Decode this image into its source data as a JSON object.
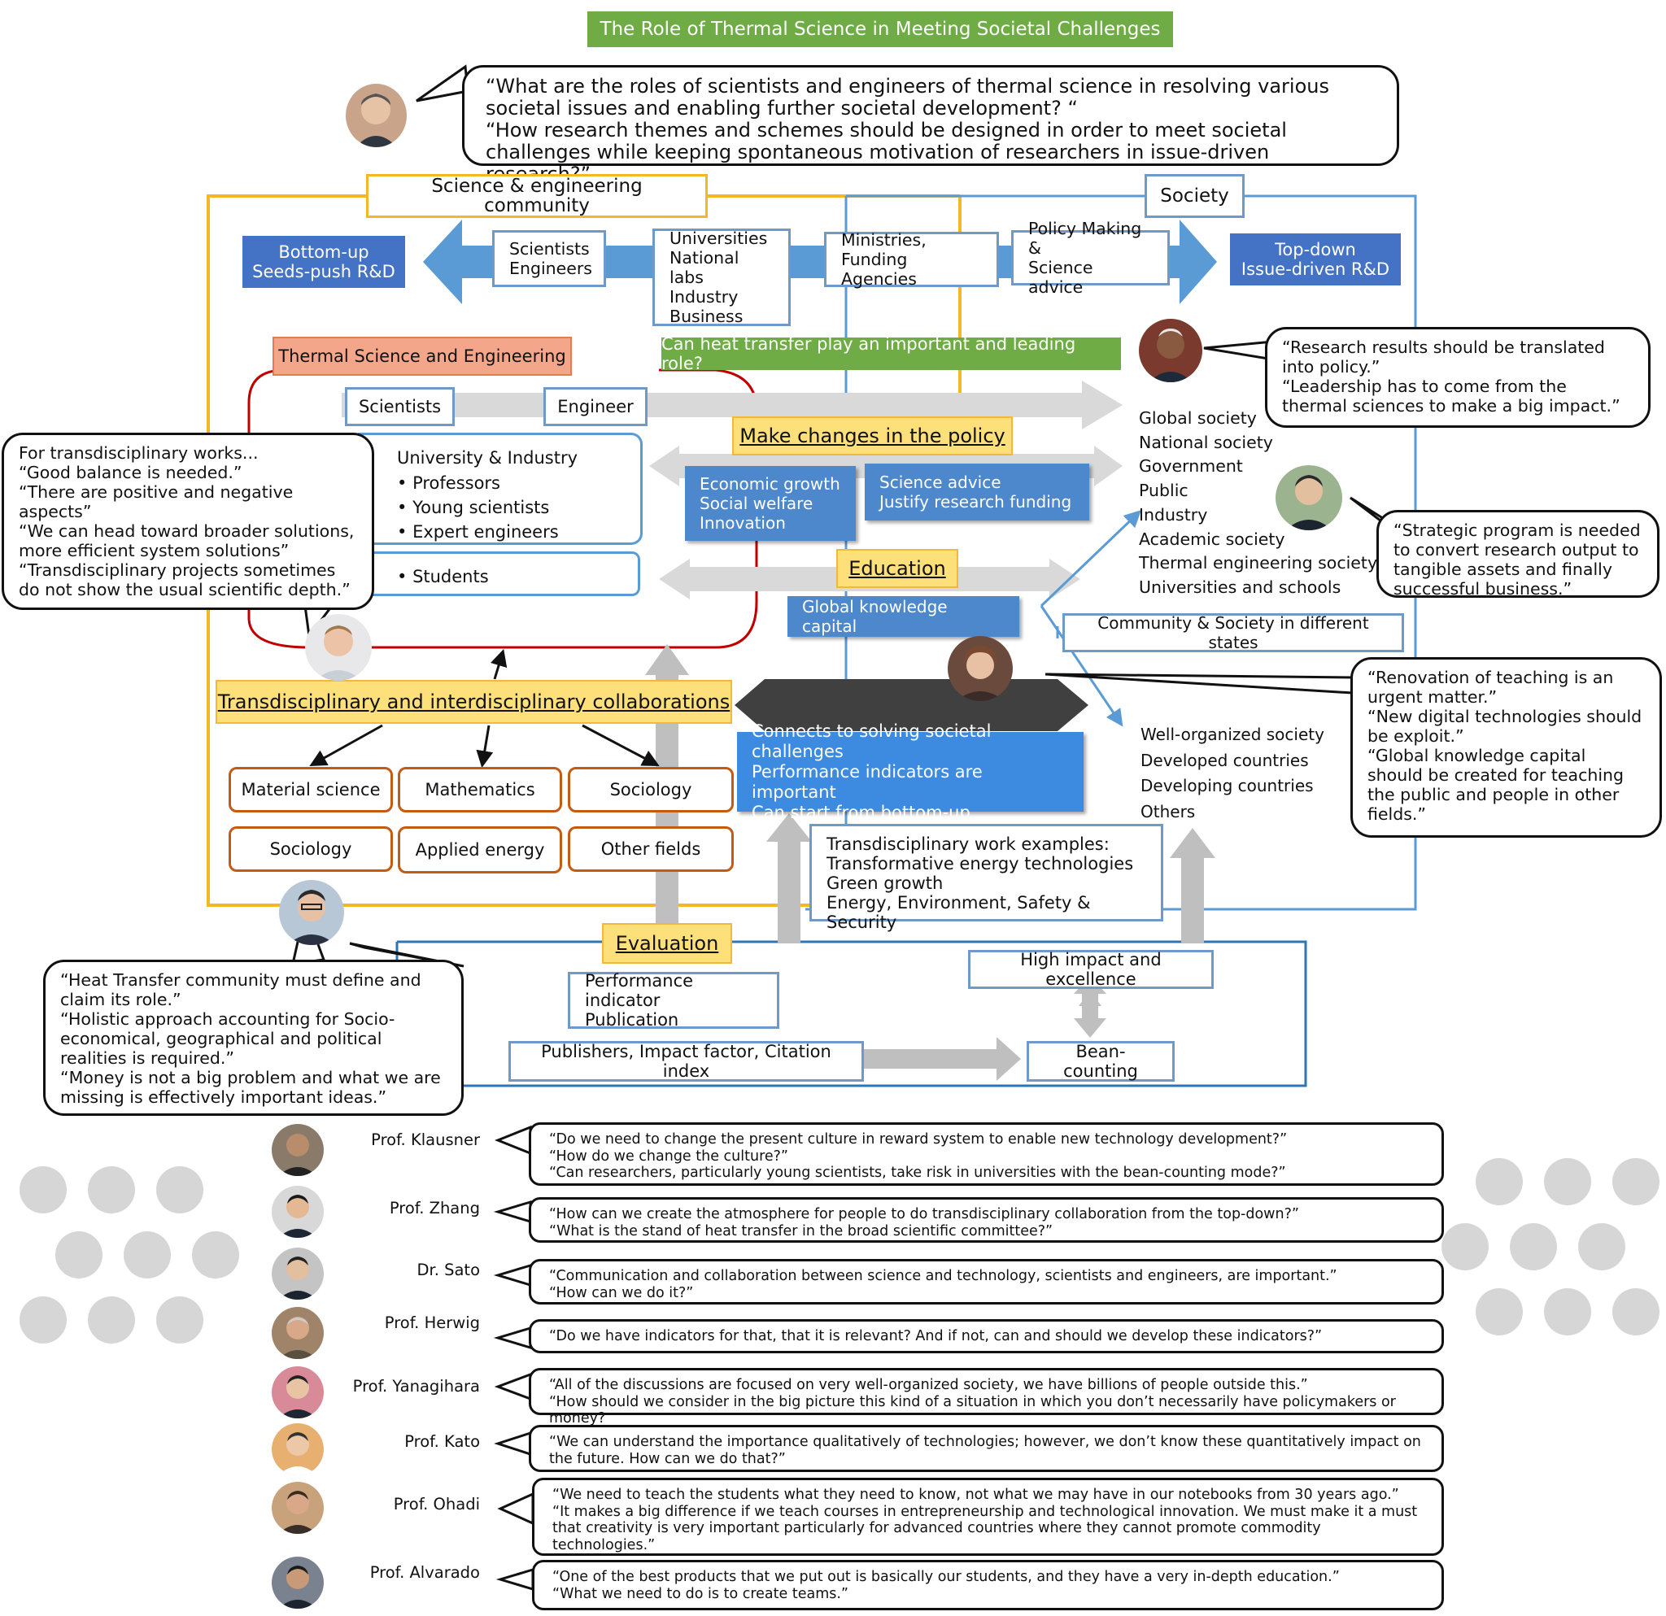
{
  "title": "The Role of Thermal Science in Meeting Societal Challenges",
  "top_question": "“What are the roles of scientists and engineers of thermal science in resolving various societal issues and enabling further societal development? “\n“How research themes and schemes should be designed in order to meet societal challenges while keeping spontaneous motivation of researchers in issue-driven research?”",
  "community_label": "Science & engineering community",
  "society_label": "Society",
  "bottom_up": "Bottom-up\nSeeds-push R&D",
  "top_down": "Top-down\nIssue-driven R&D",
  "actors": {
    "scientists_engineers": "Scientists\nEngineers",
    "universities": "Universities\nNational labs\nIndustry\nBusiness",
    "ministries": "Ministries,\nFunding Agencies",
    "policy_making": "Policy Making &\nScience advice"
  },
  "thermal_science": "Thermal Science and Engineering",
  "heat_transfer_question": "Can heat transfer play an important and leading role?",
  "scientists": "Scientists",
  "engineer": "Engineer",
  "make_changes": "Make changes in the policy",
  "univ_industry": {
    "heading": "University & Industry",
    "items": [
      "Professors",
      "Young scientists",
      "Expert engineers"
    ]
  },
  "students": "Students",
  "econ_box": "Economic growth\nSocial welfare\nInnovation",
  "science_advice_box": "Science advice\nJustify research funding",
  "education": "Education",
  "global_knowledge": "Global knowledge capital",
  "society_list": [
    "Global society",
    "National society",
    "Government",
    "Public",
    "Industry",
    "Academic society",
    "Thermal engineering society",
    "Universities and schools"
  ],
  "community_states": "Community & Society in different states",
  "states_list": [
    "Well-organized society",
    "Developed countries",
    "Developing countries",
    "Others"
  ],
  "transdisciplinary": "Transdisciplinary and interdisciplinary collaborations",
  "fields": [
    "Material science",
    "Mathematics",
    "Sociology",
    "Sociology",
    "Applied energy",
    "Other fields"
  ],
  "connects_box": "Connects to solving societal challenges\nPerformance indicators are important\nCan start from bottom-up",
  "examples_box": "Transdisciplinary work examples:\nTransformative energy technologies\nGreen growth\nEnergy, Environment, Safety & Security",
  "evaluation": "Evaluation",
  "perf_indicator": "Performance indicator\nPublication",
  "high_impact": "High impact and excellence",
  "publishers": "Publishers, Impact factor, Citation index",
  "bean_counting": "Bean-counting",
  "quote_research_results": "“Research results should be translated into policy.”\n“Leadership has to come from the thermal sciences to make a big impact.”",
  "quote_strategic": "“Strategic program is needed to convert research output to tangible assets and finally successful business.”",
  "quote_transdisciplinary": "For transdisciplinary works...\n“Good balance is needed.”\n“There are positive and negative aspects”\n“We can head toward broader solutions, more efficient system solutions”\n“Transdisciplinary projects sometimes do not show the usual scientific depth.”",
  "quote_renovation": "“Renovation of teaching is an urgent matter.”\n“New digital technologies should be exploit.”\n“Global knowledge capital should be created for teaching the public and people in other fields.”",
  "quote_heat_transfer": "“Heat Transfer community must define and claim its role.”\n“Holistic approach accounting for Socio-economical, geographical and political realities is required.”\n“Money is not a big problem and what we are missing is effectively important ideas.”",
  "profs": [
    {
      "name": "Prof. Klausner",
      "quote": "“Do we need to change the present culture in reward system to enable new technology development?”\n“How do we change the culture?”\n“Can researchers, particularly young scientists, take risk in universities with the bean-counting mode?”"
    },
    {
      "name": "Prof. Zhang",
      "quote": "“How can we create the atmosphere for people to do transdisciplinary collaboration from the top-down?”\n“What is the stand of heat transfer in the broad scientific committee?”"
    },
    {
      "name": "Dr. Sato",
      "quote": "“Communication and collaboration between science and technology, scientists and engineers, are important.”\n“How can we do it?”"
    },
    {
      "name": "Prof. Herwig",
      "quote": "“Do we have indicators for that, that it is relevant? And if not, can and should we develop these indicators?”"
    },
    {
      "name": "Prof. Yanagihara",
      "quote": "“All of the discussions are focused on very well-organized society, we have billions of people outside this.”\n“How should we consider in the big picture this kind of a situation in which you don’t necessarily have policymakers or money?"
    },
    {
      "name": "Prof. Kato",
      "quote": "“We can understand the importance qualitatively of technologies; however, we don’t know these quantitatively impact on the future. How can we do that?”"
    },
    {
      "name": "Prof. Ohadi",
      "quote": "“We need to teach the students what they need to know, not what we may have in our notebooks from 30 years ago.”\n“It makes a big difference if we teach courses in entrepreneurship and technological innovation. We must make it a must that creativity is very important particularly for advanced countries where they cannot promote commodity technologies.”"
    },
    {
      "name": "Prof. Alvarado",
      "quote": "“One of the best products that we put out is basically our students, and they have a very in-depth education.”\n“What we need to do is to create teams.”"
    }
  ]
}
